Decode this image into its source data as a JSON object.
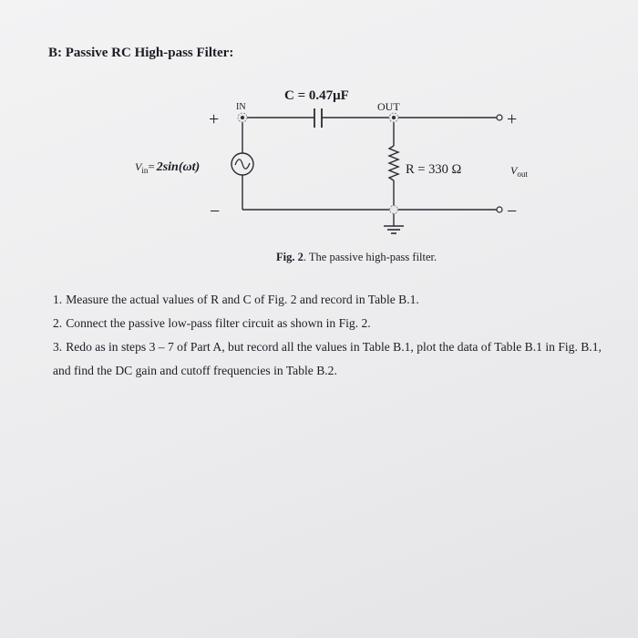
{
  "heading": "B: Passive RC High-pass Filter:",
  "circuit": {
    "capacitor_label": "C = 0.47μF",
    "in_label": "IN",
    "out_label": "OUT",
    "plus_left": "+",
    "minus_left": "−",
    "out_plus": "+",
    "out_minus": "−",
    "vin_label": "2sin(ωt)",
    "vin_prefix": "V",
    "vin_sub": "in",
    "vin_equals": "=",
    "resistor_label": "R = 330 Ω",
    "vout_prefix": "V",
    "vout_sub": "out"
  },
  "caption": {
    "label": "Fig. 2",
    "text": ". The passive high-pass filter."
  },
  "steps": [
    {
      "number": "1.",
      "text": "Measure the actual values of R and C of Fig. 2 and record in Table B.1."
    },
    {
      "number": "2.",
      "text": "Connect the passive low-pass filter circuit as shown in Fig. 2."
    },
    {
      "number": "3.",
      "text": "Redo as in steps 3 – 7 of Part A, but record all the values in Table B.1, plot the data of Table B.1 in Fig. B.1, and find the DC gain and cutoff frequencies in Table B.2."
    }
  ]
}
